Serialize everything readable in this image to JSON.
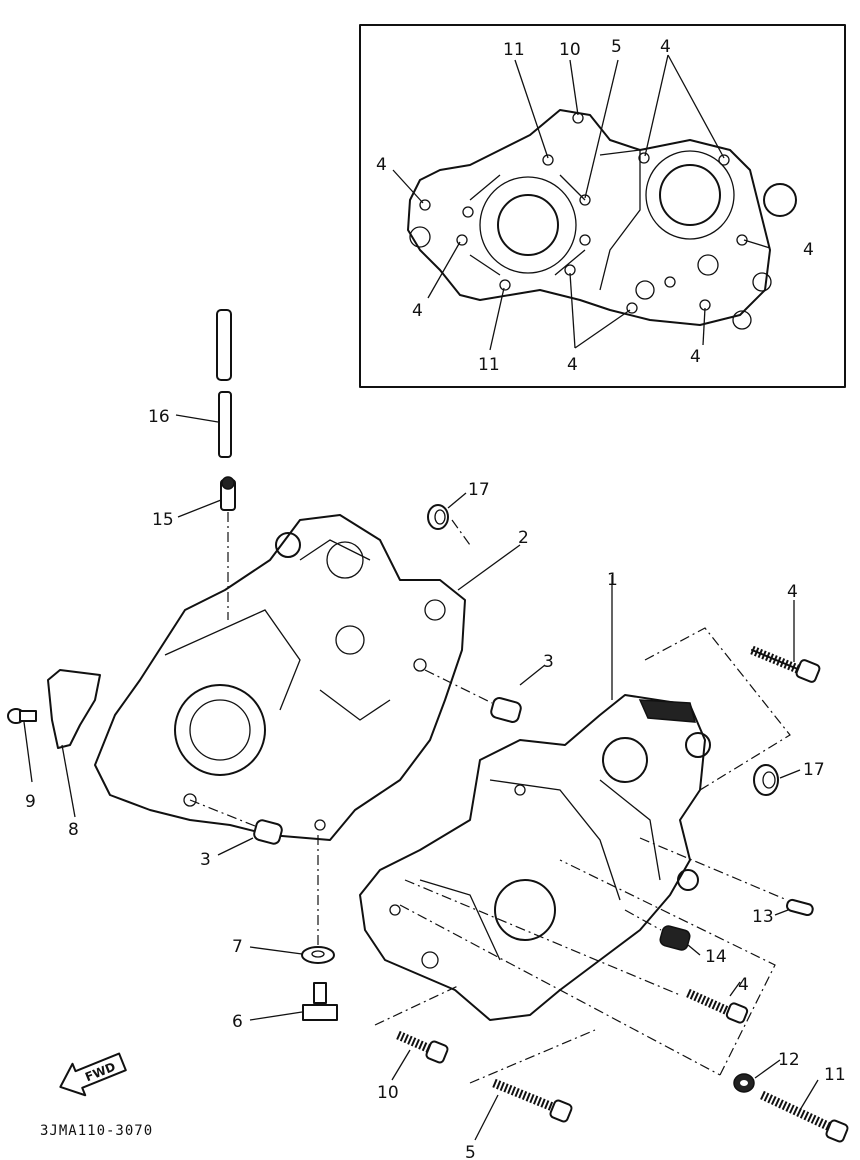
{
  "labels": {
    "inset": {
      "l11_top": "11",
      "l10": "10",
      "l5": "5",
      "l4_topright": "4",
      "l4_left": "4",
      "l4_right": "4",
      "l4_lowleft": "4",
      "l11_bottom": "11",
      "l4_bottom": "4",
      "l4_bottomright": "4"
    },
    "parts": {
      "p16": "16",
      "p15": "15",
      "p17_top": "17",
      "p2": "2",
      "p1": "1",
      "p4_top": "4",
      "p3_right": "3",
      "p17_right": "17",
      "p9": "9",
      "p8": "8",
      "p3_left": "3",
      "p13": "13",
      "p14": "14",
      "p7": "7",
      "p4_mid": "4",
      "p6": "6",
      "p12": "12",
      "p11": "11",
      "p10": "10",
      "p5": "5"
    }
  },
  "fwd_marker": "FWD",
  "drawing_code": "3JMA110-3070"
}
